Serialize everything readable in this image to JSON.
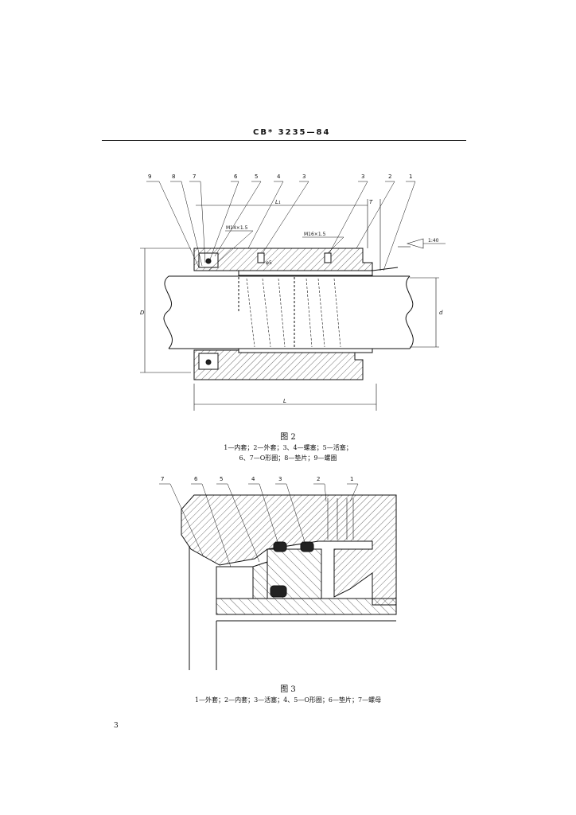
{
  "header": {
    "standard": "CB* 3235—84"
  },
  "figure2": {
    "title": "图 2",
    "legend_line1": "1—内套；2—外套；3、4—螺塞；5—活塞；",
    "legend_line2": "6、7—O形圈；8—垫片；9—螺圈",
    "callouts": [
      "9",
      "8",
      "7",
      "6",
      "5",
      "4",
      "3",
      "3",
      "2",
      "1"
    ],
    "dims": {
      "L1": "L₁",
      "T": "T",
      "L": "L",
      "D": "D",
      "d": "d",
      "thread_small": "M14×1.5",
      "thread_large": "M16×1.5",
      "taper": "1:40",
      "hole": "φ5"
    }
  },
  "figure3": {
    "title": "图 3",
    "legend": "1—外套；2—内套；3—活塞；4、5—O形圈；6—垫片；7—螺母",
    "callouts": [
      "7",
      "6",
      "5",
      "4",
      "3",
      "2",
      "1"
    ]
  },
  "page_number": "3"
}
